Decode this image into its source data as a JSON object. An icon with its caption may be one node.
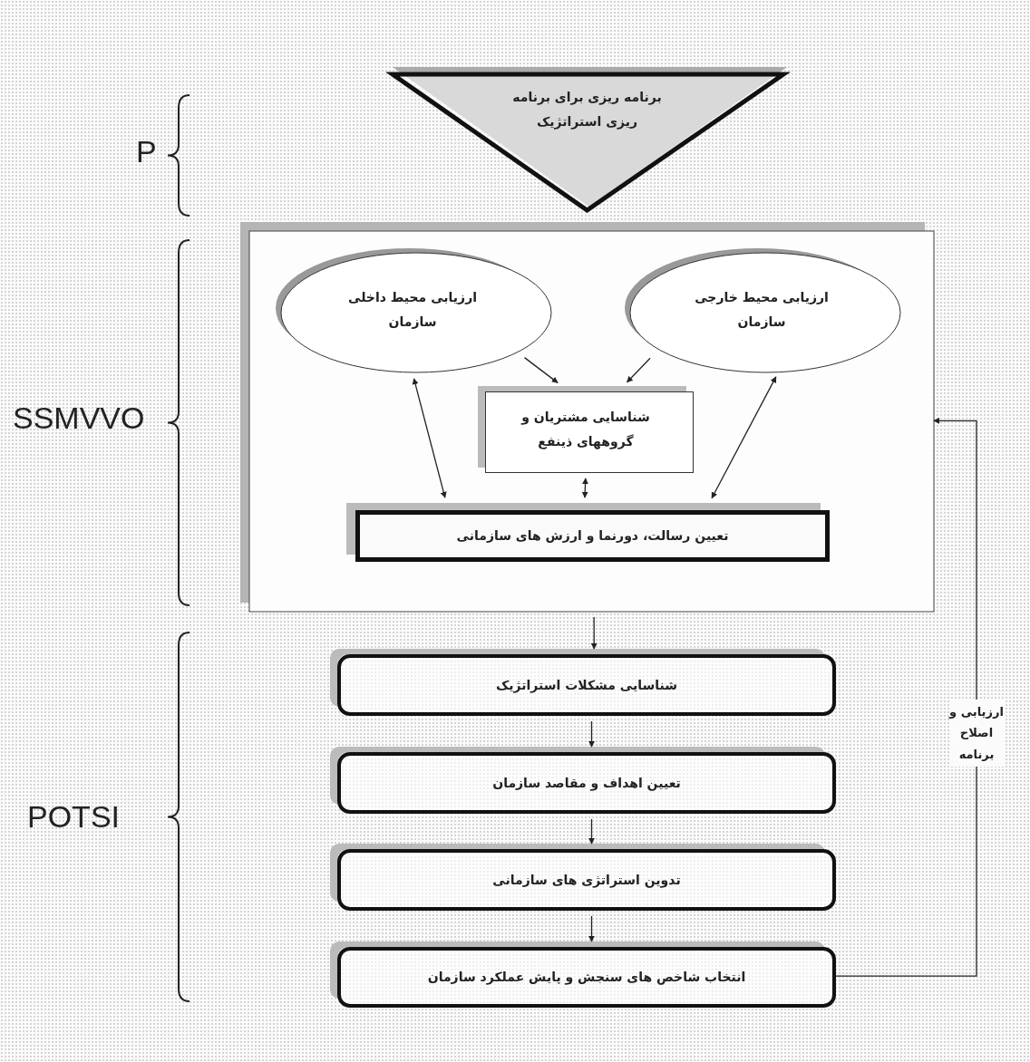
{
  "diagram": {
    "nodes": [
      {
        "text": [
          "برنامه ریزی برای برنامه ریزی استراتژیک"
        ]
      },
      {
        "text": [],
        "shape": "box"
      },
      {
        "text": [
          "ارزیابی محیط خارجی سازمان"
        ],
        "in": 1
      },
      {
        "text": [
          "ارزیابی محیط داخلی سازمان"
        ],
        "in": 1
      },
      {
        "text": [
          "شناسایی مشتریان و گروههای ذینفع"
        ],
        "in": 1
      },
      {
        "text": [
          "تعیین رسالت، دورنما و ارزش های سازمانی"
        ],
        "in": 1
      },
      {
        "text": [
          "شناسایی مشکلات استراتژیک"
        ]
      },
      {
        "text": [
          "تعیین اهداف و مقاصد سازمان"
        ]
      },
      {
        "text": [
          "تدوین استراتژی های سازمانی"
        ]
      },
      {
        "text": [
          "انتخاب شاخص های سنجش و پایش عملکرد سازمان"
        ]
      }
    ],
    "edges": [
      {
        "from": 3,
        "to": 4,
        "arrow": "to"
      },
      {
        "from": 2,
        "to": 4,
        "arrow": "to"
      },
      {
        "from": 3,
        "to": 5,
        "arrow": "both"
      },
      {
        "from": 2,
        "to": 5,
        "arrow": "both"
      },
      {
        "from": 4,
        "to": 5,
        "arrow": "both"
      },
      {
        "from": 1,
        "to": 6,
        "arrow": "to"
      },
      {
        "from": 6,
        "to": 7,
        "arrow": "to"
      },
      {
        "from": 7,
        "to": 8,
        "arrow": "to"
      },
      {
        "from": 8,
        "to": 9,
        "arrow": "to"
      },
      {
        "from": 9,
        "to": 1,
        "arrow": "to",
        "label": "ارزیابی و اصلاح برنامه"
      }
    ],
    "labels": [
      "P",
      "SSMVVO",
      "POTSI"
    ]
  }
}
